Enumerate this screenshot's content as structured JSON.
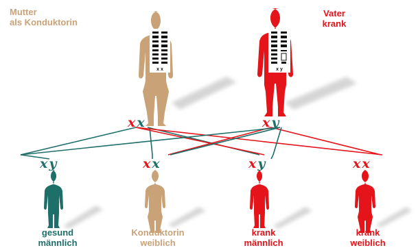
{
  "parents": {
    "mother": {
      "label_line1": "Mutter",
      "label_line2": "als Konduktorin",
      "genes": "x x",
      "chrom_label": "x  x",
      "color": "#c9a277",
      "gene_colors": [
        "#e4141a",
        "#1e6e6a"
      ]
    },
    "father": {
      "label_line1": "Vater",
      "label_line2": "krank",
      "genes": "x y",
      "chrom_label": "x  y",
      "color": "#e4141a",
      "gene_colors": [
        "#e4141a",
        "#1e6e6a"
      ]
    }
  },
  "children": [
    {
      "genes": "x y",
      "label_line1": "gesund",
      "label_line2": "männlich",
      "color": "#1e6e6a",
      "gene_colors": [
        "#1e6e6a",
        "#1e6e6a"
      ]
    },
    {
      "genes": "x x",
      "label_line1": "Konduktorin",
      "label_line2": "weiblich",
      "color": "#c9a277",
      "gene_colors": [
        "#e4141a",
        "#1e6e6a"
      ]
    },
    {
      "genes": "x y",
      "label_line1": "krank",
      "label_line2": "männlich",
      "color": "#e4141a",
      "gene_colors": [
        "#e4141a",
        "#1e6e6a"
      ]
    },
    {
      "genes": "x x",
      "label_line1": "krank",
      "label_line2": "weiblich",
      "color": "#e4141a",
      "gene_colors": [
        "#e4141a",
        "#e4141a"
      ]
    }
  ],
  "colors": {
    "healthy": "#1e6e6a",
    "carrier": "#c9a277",
    "sick": "#e4141a",
    "shadow": "#d9d9d9"
  }
}
